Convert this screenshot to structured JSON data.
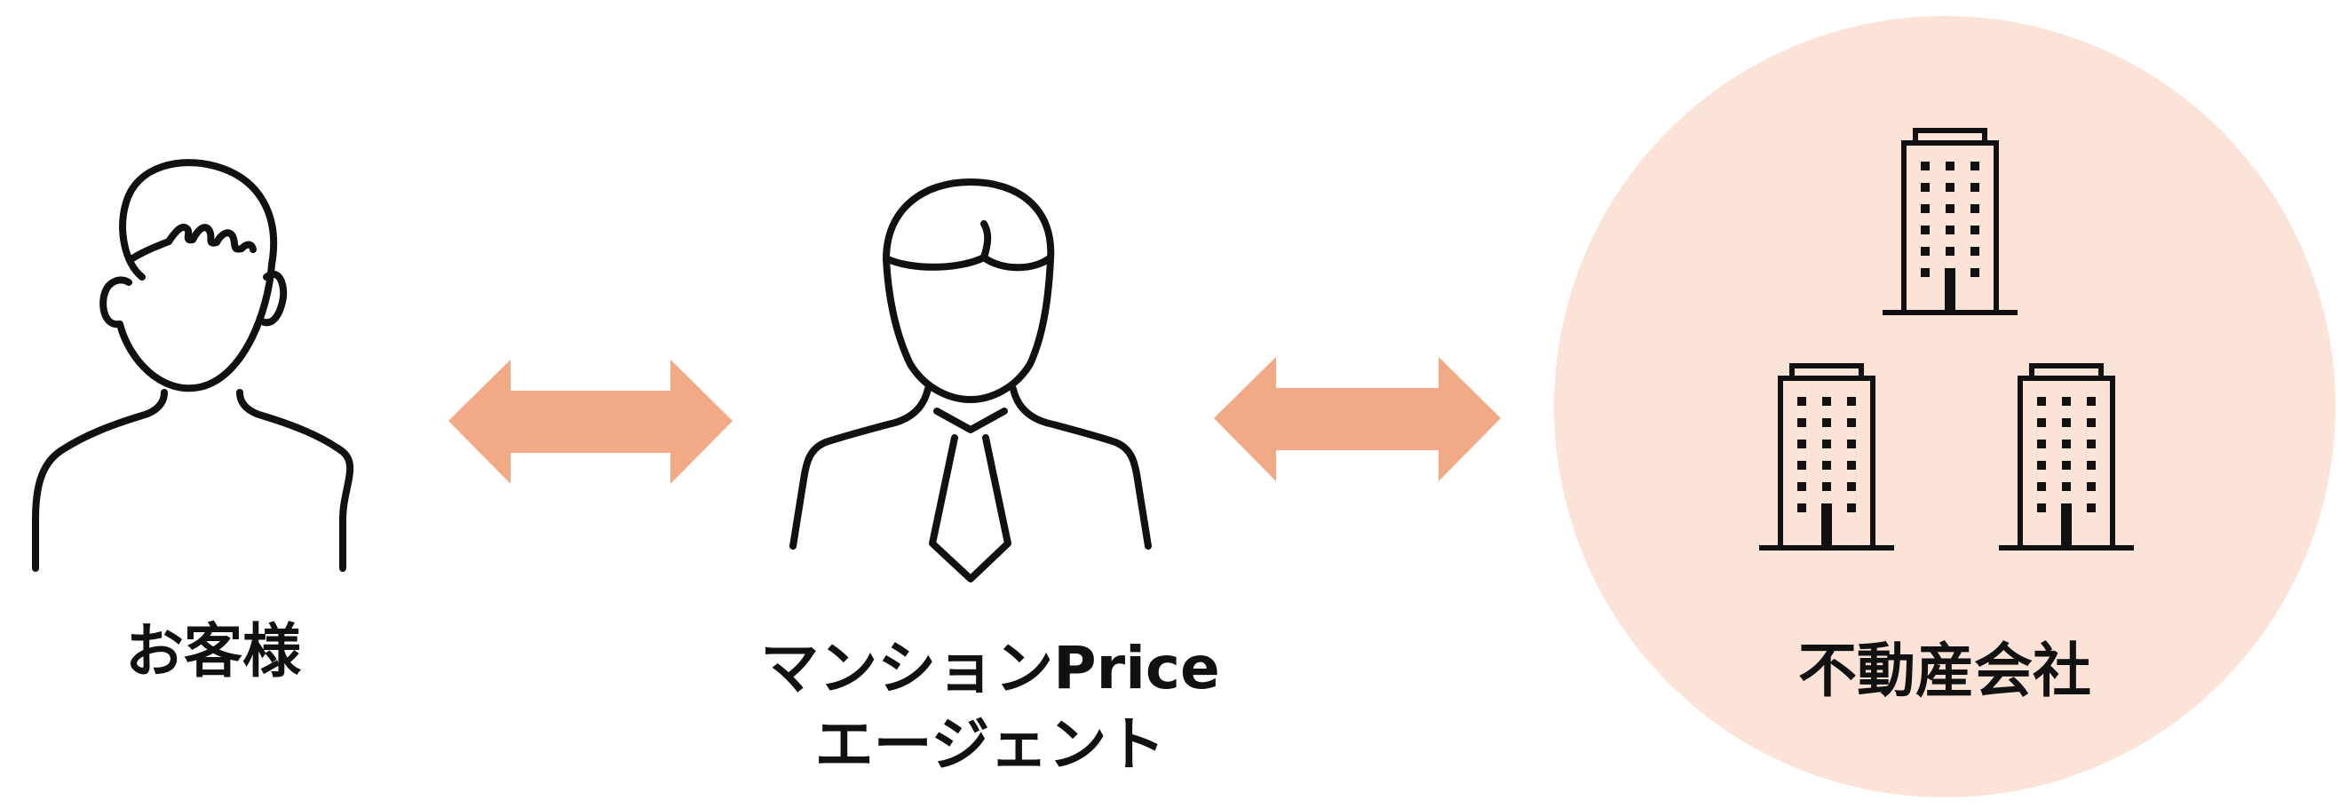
{
  "colors": {
    "accent": "#F2A986",
    "circle": "#FBE3D7",
    "line": "#111111"
  },
  "nodes": {
    "customer": {
      "label": "お客様",
      "icon": "person-icon"
    },
    "agent": {
      "line1": "マンションPrice",
      "line2": "エージェント",
      "icon": "businessman-icon"
    },
    "real_estate": {
      "label": "不動産会社",
      "icon": "office-building-icon"
    }
  },
  "connectors": [
    {
      "from": "customer",
      "to": "agent",
      "type": "bidirectional-arrow"
    },
    {
      "from": "agent",
      "to": "real_estate",
      "type": "bidirectional-arrow"
    }
  ]
}
